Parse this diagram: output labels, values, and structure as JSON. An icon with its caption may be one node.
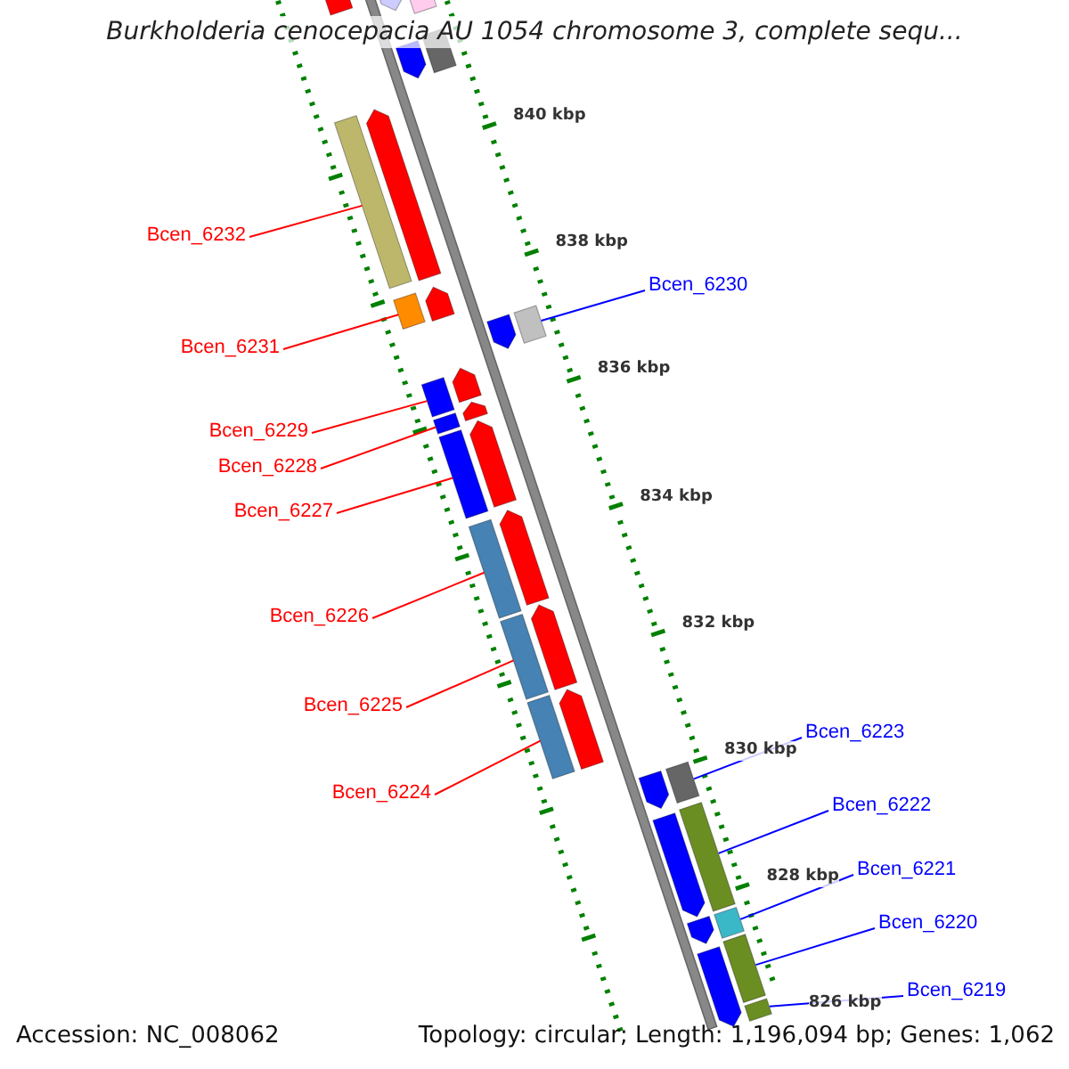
{
  "diagram": {
    "title": "Burkholderia cenocepacia AU 1054 chromosome 3, complete sequ...",
    "nodes": [
      {
        "text": [
          "Bcen_6232"
        ]
      },
      {
        "text": [],
        "shape": "bar"
      },
      {
        "text": [
          "Bcen_6230"
        ]
      },
      {
        "text": [],
        "shape": "bar"
      },
      {
        "text": [
          "Bcen_6231"
        ]
      },
      {
        "text": [],
        "shape": "bar"
      },
      {
        "text": [
          "Bcen_6229"
        ]
      },
      {
        "text": [],
        "shape": "bar"
      },
      {
        "text": [
          "Bcen_6228"
        ]
      },
      {
        "text": [],
        "shape": "bar"
      },
      {
        "text": [
          "Bcen_6227"
        ]
      },
      {
        "text": [],
        "shape": "bar"
      },
      {
        "text": [
          "Bcen_6226"
        ]
      },
      {
        "text": [],
        "shape": "bar"
      },
      {
        "text": [
          "Bcen_6225"
        ]
      },
      {
        "text": [],
        "shape": "bar"
      },
      {
        "text": [
          "Bcen_6224"
        ]
      },
      {
        "text": [],
        "shape": "bar"
      },
      {
        "text": [
          "Bcen_6223"
        ]
      },
      {
        "text": [],
        "shape": "bar"
      },
      {
        "text": [
          "Bcen_6222"
        ]
      },
      {
        "text": [],
        "shape": "bar"
      },
      {
        "text": [
          "Bcen_6221"
        ]
      },
      {
        "text": [],
        "shape": "bar"
      },
      {
        "text": [
          "Bcen_6220"
        ]
      },
      {
        "text": [],
        "shape": "bar"
      },
      {
        "text": [
          "Bcen_6219"
        ]
      },
      {
        "text": [],
        "shape": "bar"
      },
      {
        "text": [],
        "shape": "arrow"
      },
      {
        "text": [],
        "shape": "arrow"
      },
      {
        "text": [],
        "shape": "bar"
      },
      {
        "text": [],
        "shape": "arrow"
      },
      {
        "text": [],
        "shape": "bar"
      },
      {
        "text": [],
        "shape": "arrow"
      },
      {
        "text": [],
        "shape": "arrow"
      },
      {
        "text": [],
        "shape": "arrow"
      },
      {
        "text": [],
        "shape": "arrow"
      },
      {
        "text": [],
        "shape": "arrow"
      },
      {
        "text": [],
        "shape": "arrow"
      },
      {
        "text": [],
        "shape": "arrow"
      },
      {
        "text": [],
        "shape": "arrow"
      },
      {
        "text": [],
        "shape": "arrow"
      },
      {
        "text": [],
        "shape": "arrow"
      },
      {
        "text": [],
        "shape": "arrow"
      },
      {
        "text": [],
        "shape": "arrow"
      },
      {
        "text": [],
        "shape": "arrow"
      }
    ],
    "edges": [
      {
        "from": 0,
        "to": 1,
        "arrow": "none"
      },
      {
        "from": 2,
        "to": 3,
        "arrow": "none",
        "color": "#0000ff"
      },
      {
        "from": 4,
        "to": 5,
        "arrow": "none"
      },
      {
        "from": 6,
        "to": 7,
        "arrow": "none"
      },
      {
        "from": 8,
        "to": 9,
        "arrow": "none"
      },
      {
        "from": 10,
        "to": 11,
        "arrow": "none"
      },
      {
        "from": 12,
        "to": 13,
        "arrow": "none"
      },
      {
        "from": 14,
        "to": 15,
        "arrow": "none"
      },
      {
        "from": 16,
        "to": 17,
        "arrow": "none"
      },
      {
        "from": 18,
        "to": 19,
        "arrow": "none",
        "color": "#0000ff"
      },
      {
        "from": 20,
        "to": 21,
        "arrow": "none",
        "color": "#0000ff"
      },
      {
        "from": 22,
        "to": 23,
        "arrow": "none",
        "color": "#0000ff"
      },
      {
        "from": 24,
        "to": 25,
        "arrow": "none",
        "color": "#0000ff"
      },
      {
        "from": 26,
        "to": 27,
        "arrow": "none",
        "color": "#0000ff"
      }
    ],
    "labels": [
      "840 kbp",
      "838 kbp",
      "836 kbp",
      "834 kbp",
      "832 kbp",
      "830 kbp",
      "828 kbp",
      "826 kbp",
      "Accession: NC_008062",
      "Topology: circular; Length: 1,196,094 bp; Genes: 1,062"
    ]
  }
}
